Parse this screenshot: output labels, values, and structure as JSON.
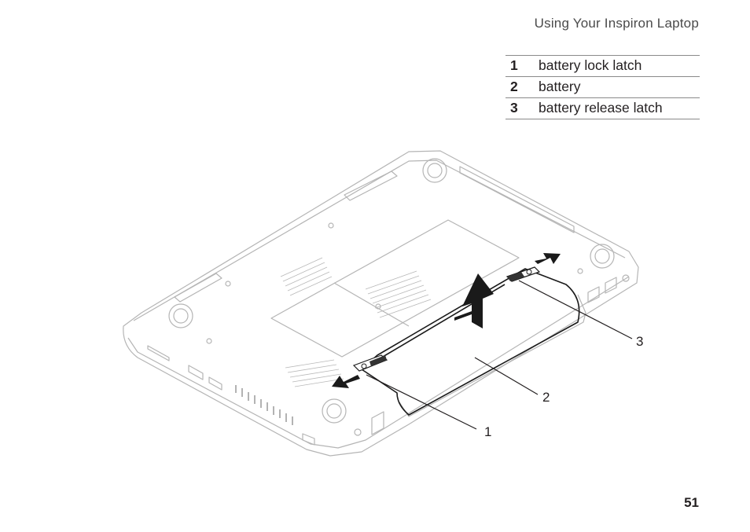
{
  "header": {
    "title": "Using Your Inspiron Laptop"
  },
  "legend": [
    {
      "num": "1",
      "label": "battery lock latch"
    },
    {
      "num": "2",
      "label": "battery"
    },
    {
      "num": "3",
      "label": "battery release latch"
    }
  ],
  "callouts": {
    "c1": "1",
    "c2": "2",
    "c3": "3"
  },
  "page": {
    "number": "51"
  }
}
